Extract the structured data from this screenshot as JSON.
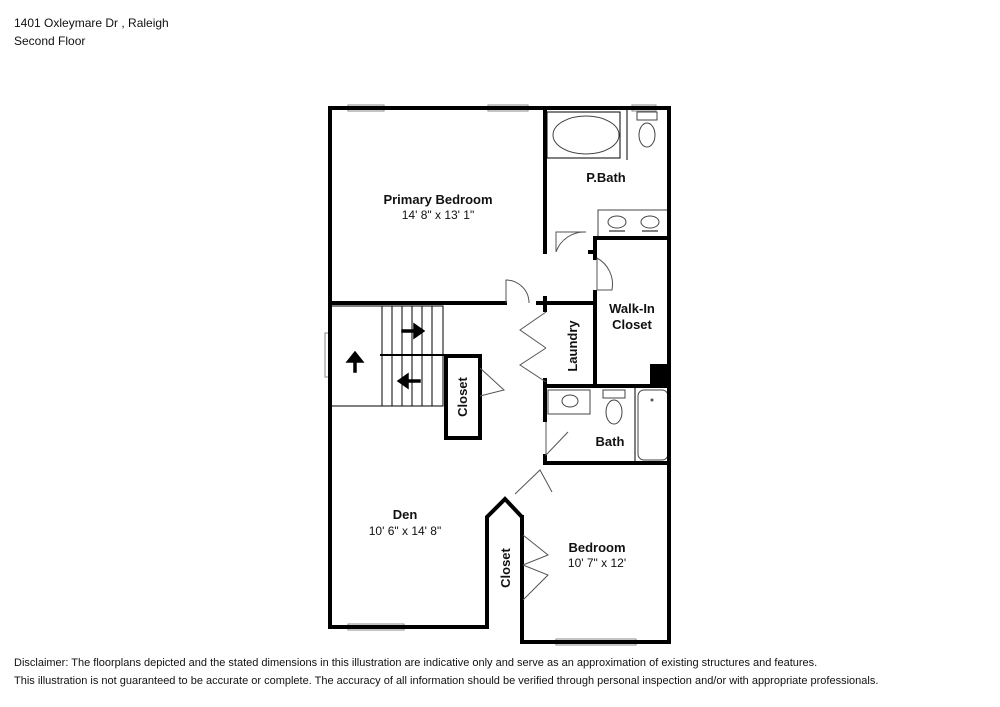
{
  "header": {
    "address": "1401 Oxleymare Dr , Raleigh",
    "floor": "Second Floor"
  },
  "rooms": {
    "primary_bedroom": {
      "name": "Primary Bedroom",
      "dims": "14' 8\" x 13' 1\""
    },
    "p_bath": {
      "name": "P.Bath"
    },
    "walk_in_closet": {
      "name_line1": "Walk-In",
      "name_line2": "Closet"
    },
    "laundry": {
      "name": "Laundry"
    },
    "stair_closet": {
      "name": "Closet"
    },
    "bath": {
      "name": "Bath"
    },
    "den": {
      "name": "Den",
      "dims": "10' 6\" x 14' 8\""
    },
    "bedroom_closet": {
      "name": "Closet"
    },
    "bedroom": {
      "name": "Bedroom",
      "dims": "10' 7\" x 12'"
    }
  },
  "disclaimer": {
    "line1": "Disclaimer: The floorplans depicted and the stated dimensions in this illustration are indicative only and serve as an approximation of existing structures and features.",
    "line2": "This illustration is not guaranteed to be accurate or complete. The accuracy of all information should be verified through personal inspection and/or with appropriate professionals."
  }
}
